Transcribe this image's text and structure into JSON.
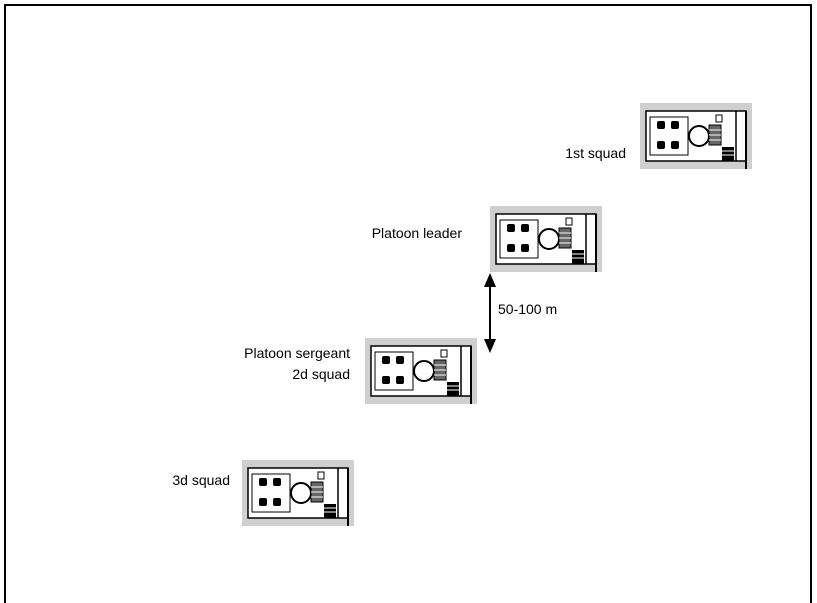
{
  "labels": {
    "first_squad": "1st squad",
    "platoon_leader": "Platoon leader",
    "distance": "50-100 m",
    "platoon_sergeant": "Platoon sergeant",
    "second_squad": "2d squad",
    "third_squad": "3d squad"
  },
  "colors": {
    "ink": "#000000",
    "shade": "#cfcfcf",
    "background": "#ffffff"
  }
}
